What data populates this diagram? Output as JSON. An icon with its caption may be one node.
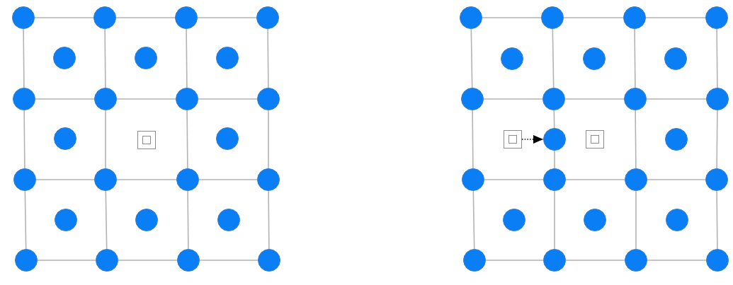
{
  "diagram": {
    "nodes": [
      {
        "text": [],
        "shape": "circle"
      },
      {
        "text": [],
        "shape": "circle"
      },
      {
        "text": [],
        "shape": "circle"
      },
      {
        "text": [],
        "shape": "circle"
      },
      {
        "text": [],
        "shape": "circle"
      },
      {
        "text": [],
        "shape": "circle"
      },
      {
        "text": [],
        "shape": "circle"
      },
      {
        "text": [],
        "shape": "circle"
      },
      {
        "text": [],
        "shape": "circle"
      },
      {
        "text": [],
        "shape": "circle"
      },
      {
        "text": [],
        "shape": "circle"
      },
      {
        "text": [],
        "shape": "circle"
      },
      {
        "text": [],
        "shape": "box"
      },
      {
        "text": [],
        "shape": "circle"
      },
      {
        "text": [],
        "shape": "circle"
      },
      {
        "text": [],
        "shape": "circle"
      },
      {
        "text": [],
        "shape": "circle"
      },
      {
        "text": [],
        "shape": "circle"
      },
      {
        "text": [],
        "shape": "circle"
      },
      {
        "text": [],
        "shape": "circle"
      },
      {
        "text": [],
        "shape": "circle"
      },
      {
        "text": [],
        "shape": "circle"
      },
      {
        "text": [],
        "shape": "circle"
      },
      {
        "text": [],
        "shape": "circle"
      },
      {
        "text": [],
        "shape": "circle"
      },
      {
        "text": [],
        "shape": "circle"
      },
      {
        "text": [],
        "shape": "circle"
      },
      {
        "text": [],
        "shape": "circle"
      },
      {
        "text": [],
        "shape": "circle"
      },
      {
        "text": [],
        "shape": "circle"
      },
      {
        "text": [],
        "shape": "circle"
      },
      {
        "text": [],
        "shape": "circle"
      },
      {
        "text": [],
        "shape": "circle"
      },
      {
        "text": [],
        "shape": "circle"
      },
      {
        "text": [],
        "shape": "circle"
      },
      {
        "text": [],
        "shape": "circle"
      },
      {
        "text": [],
        "shape": "box"
      },
      {
        "text": [],
        "shape": "circle"
      },
      {
        "text": [],
        "shape": "box"
      },
      {
        "text": [],
        "shape": "circle"
      },
      {
        "text": [],
        "shape": "circle"
      },
      {
        "text": [],
        "shape": "circle"
      },
      {
        "text": [],
        "shape": "circle"
      },
      {
        "text": [],
        "shape": "circle"
      },
      {
        "text": [],
        "shape": "circle"
      },
      {
        "text": [],
        "shape": "circle"
      },
      {
        "text": [],
        "shape": "circle"
      },
      {
        "text": [],
        "shape": "circle"
      },
      {
        "text": [],
        "shape": "circle"
      },
      {
        "text": [],
        "shape": "circle"
      },
      {
        "text": [],
        "shape": "circle"
      }
    ],
    "edges": [
      {
        "from": 0,
        "to": 1,
        "arrow": "none"
      },
      {
        "from": 1,
        "to": 2,
        "arrow": "none"
      },
      {
        "from": 2,
        "to": 3,
        "arrow": "none"
      },
      {
        "from": 7,
        "to": 8,
        "arrow": "none"
      },
      {
        "from": 8,
        "to": 9,
        "arrow": "none"
      },
      {
        "from": 9,
        "to": 10,
        "arrow": "none"
      },
      {
        "from": 14,
        "to": 15,
        "arrow": "none"
      },
      {
        "from": 15,
        "to": 16,
        "arrow": "none"
      },
      {
        "from": 16,
        "to": 17,
        "arrow": "none"
      },
      {
        "from": 21,
        "to": 22,
        "arrow": "none"
      },
      {
        "from": 22,
        "to": 23,
        "arrow": "none"
      },
      {
        "from": 23,
        "to": 24,
        "arrow": "none"
      },
      {
        "from": 0,
        "to": 7,
        "arrow": "none"
      },
      {
        "from": 7,
        "to": 14,
        "arrow": "none"
      },
      {
        "from": 14,
        "to": 21,
        "arrow": "none"
      },
      {
        "from": 1,
        "to": 8,
        "arrow": "none"
      },
      {
        "from": 8,
        "to": 15,
        "arrow": "none"
      },
      {
        "from": 15,
        "to": 22,
        "arrow": "none"
      },
      {
        "from": 2,
        "to": 9,
        "arrow": "none"
      },
      {
        "from": 9,
        "to": 16,
        "arrow": "none"
      },
      {
        "from": 16,
        "to": 23,
        "arrow": "none"
      },
      {
        "from": 3,
        "to": 10,
        "arrow": "none"
      },
      {
        "from": 10,
        "to": 17,
        "arrow": "none"
      },
      {
        "from": 17,
        "to": 24,
        "arrow": "none"
      },
      {
        "from": 25,
        "to": 26,
        "arrow": "none"
      },
      {
        "from": 26,
        "to": 27,
        "arrow": "none"
      },
      {
        "from": 27,
        "to": 28,
        "arrow": "none"
      },
      {
        "from": 32,
        "to": 33,
        "arrow": "none"
      },
      {
        "from": 33,
        "to": 34,
        "arrow": "none"
      },
      {
        "from": 34,
        "to": 35,
        "arrow": "none"
      },
      {
        "from": 40,
        "to": 41,
        "arrow": "none"
      },
      {
        "from": 41,
        "to": 42,
        "arrow": "none"
      },
      {
        "from": 42,
        "to": 43,
        "arrow": "none"
      },
      {
        "from": 47,
        "to": 48,
        "arrow": "none"
      },
      {
        "from": 48,
        "to": 49,
        "arrow": "none"
      },
      {
        "from": 49,
        "to": 50,
        "arrow": "none"
      },
      {
        "from": 25,
        "to": 32,
        "arrow": "none"
      },
      {
        "from": 32,
        "to": 40,
        "arrow": "none"
      },
      {
        "from": 40,
        "to": 47,
        "arrow": "none"
      },
      {
        "from": 26,
        "to": 33,
        "arrow": "none"
      },
      {
        "from": 33,
        "to": 37,
        "arrow": "none"
      },
      {
        "from": 37,
        "to": 41,
        "arrow": "none"
      },
      {
        "from": 41,
        "to": 48,
        "arrow": "none"
      },
      {
        "from": 27,
        "to": 34,
        "arrow": "none"
      },
      {
        "from": 34,
        "to": 42,
        "arrow": "none"
      },
      {
        "from": 42,
        "to": 49,
        "arrow": "none"
      },
      {
        "from": 28,
        "to": 35,
        "arrow": "none"
      },
      {
        "from": 35,
        "to": 43,
        "arrow": "none"
      },
      {
        "from": 43,
        "to": 50,
        "arrow": "none"
      },
      {
        "from": 36,
        "to": 37,
        "arrow": "to",
        "style": "dashed",
        "color": "#000000"
      }
    ]
  }
}
